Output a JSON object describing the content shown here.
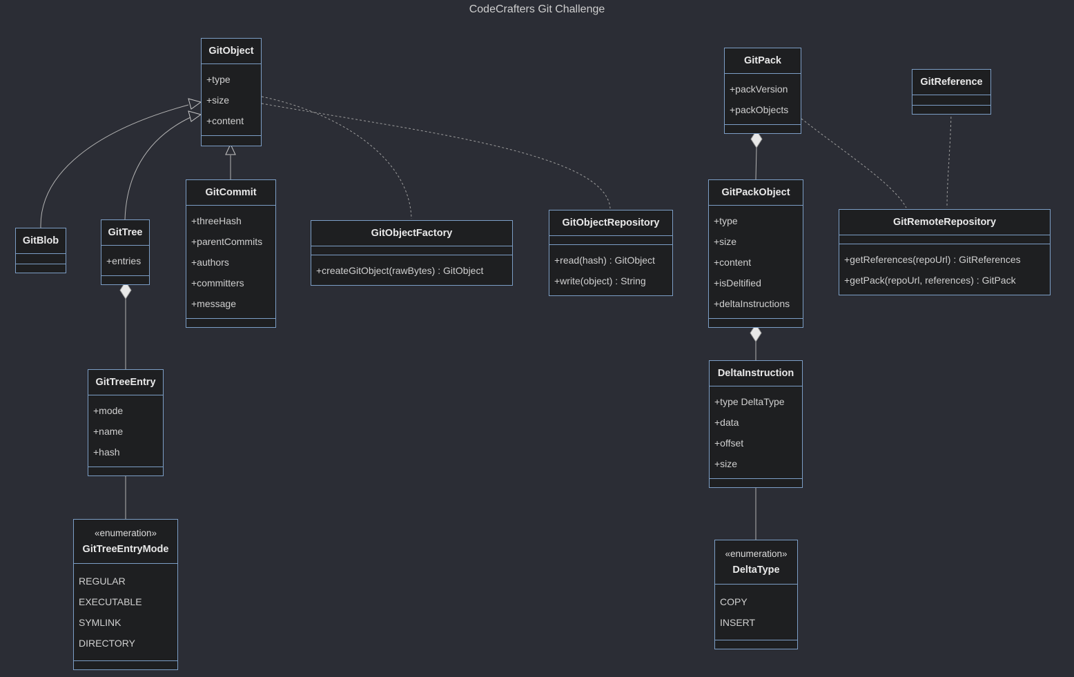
{
  "title": "CodeCrafters Git Challenge",
  "colors": {
    "background": "#2b2d35",
    "node_fill": "#1e1f21",
    "node_border": "#7d9fc7",
    "edge": "#b3b3b3",
    "text": "#d0d0d0"
  },
  "classes": {
    "gitObject": {
      "name": "GitObject",
      "attributes": [
        "+type",
        "+size",
        "+content"
      ],
      "methods": []
    },
    "gitBlob": {
      "name": "GitBlob",
      "attributes": [],
      "methods": []
    },
    "gitTree": {
      "name": "GitTree",
      "attributes": [
        "+entries"
      ],
      "methods": []
    },
    "gitCommit": {
      "name": "GitCommit",
      "attributes": [
        "+threeHash",
        "+parentCommits",
        "+authors",
        "+committers",
        "+message"
      ],
      "methods": []
    },
    "gitObjectFactory": {
      "name": "GitObjectFactory",
      "attributes": [],
      "methods": [
        "+createGitObject(rawBytes) : GitObject"
      ]
    },
    "gitObjectRepository": {
      "name": "GitObjectRepository",
      "attributes": [],
      "methods": [
        "+read(hash) : GitObject",
        "+write(object) : String"
      ]
    },
    "gitPack": {
      "name": "GitPack",
      "attributes": [
        "+packVersion",
        "+packObjects"
      ],
      "methods": []
    },
    "gitReference": {
      "name": "GitReference",
      "attributes": [],
      "methods": []
    },
    "gitPackObject": {
      "name": "GitPackObject",
      "attributes": [
        "+type",
        "+size",
        "+content",
        "+isDeltified",
        "+deltaInstructions"
      ],
      "methods": []
    },
    "gitRemoteRepository": {
      "name": "GitRemoteRepository",
      "attributes": [],
      "methods": [
        "+getReferences(repoUrl) : GitReferences",
        "+getPack(repoUrl, references) : GitPack"
      ]
    },
    "deltaInstruction": {
      "name": "DeltaInstruction",
      "attributes": [
        "+type DeltaType",
        "+data",
        "+offset",
        "+size"
      ],
      "methods": []
    },
    "gitTreeEntry": {
      "name": "GitTreeEntry",
      "attributes": [
        "+mode",
        "+name",
        "+hash"
      ],
      "methods": []
    },
    "gitTreeEntryMode": {
      "stereotype": "«enumeration»",
      "name": "GitTreeEntryMode",
      "values": [
        "REGULAR",
        "EXECUTABLE",
        "SYMLINK",
        "DIRECTORY"
      ]
    },
    "deltaType": {
      "stereotype": "«enumeration»",
      "name": "DeltaType",
      "values": [
        "COPY",
        "INSERT"
      ]
    }
  },
  "relationships": [
    {
      "from": "GitBlob",
      "to": "GitObject",
      "type": "inheritance"
    },
    {
      "from": "GitTree",
      "to": "GitObject",
      "type": "inheritance"
    },
    {
      "from": "GitCommit",
      "to": "GitObject",
      "type": "inheritance"
    },
    {
      "from": "GitObject",
      "to": "GitObjectFactory",
      "type": "dashed-link"
    },
    {
      "from": "GitObject",
      "to": "GitObjectRepository",
      "type": "dashed-link"
    },
    {
      "from": "GitTree",
      "to": "GitTreeEntry",
      "type": "composition"
    },
    {
      "from": "GitTreeEntry",
      "to": "GitTreeEntryMode",
      "type": "association"
    },
    {
      "from": "GitPack",
      "to": "GitPackObject",
      "type": "composition"
    },
    {
      "from": "GitPackObject",
      "to": "DeltaInstruction",
      "type": "composition"
    },
    {
      "from": "DeltaInstruction",
      "to": "DeltaType",
      "type": "association"
    },
    {
      "from": "GitPack",
      "to": "GitRemoteRepository",
      "type": "dashed-link"
    },
    {
      "from": "GitReference",
      "to": "GitRemoteRepository",
      "type": "dashed-link"
    }
  ]
}
